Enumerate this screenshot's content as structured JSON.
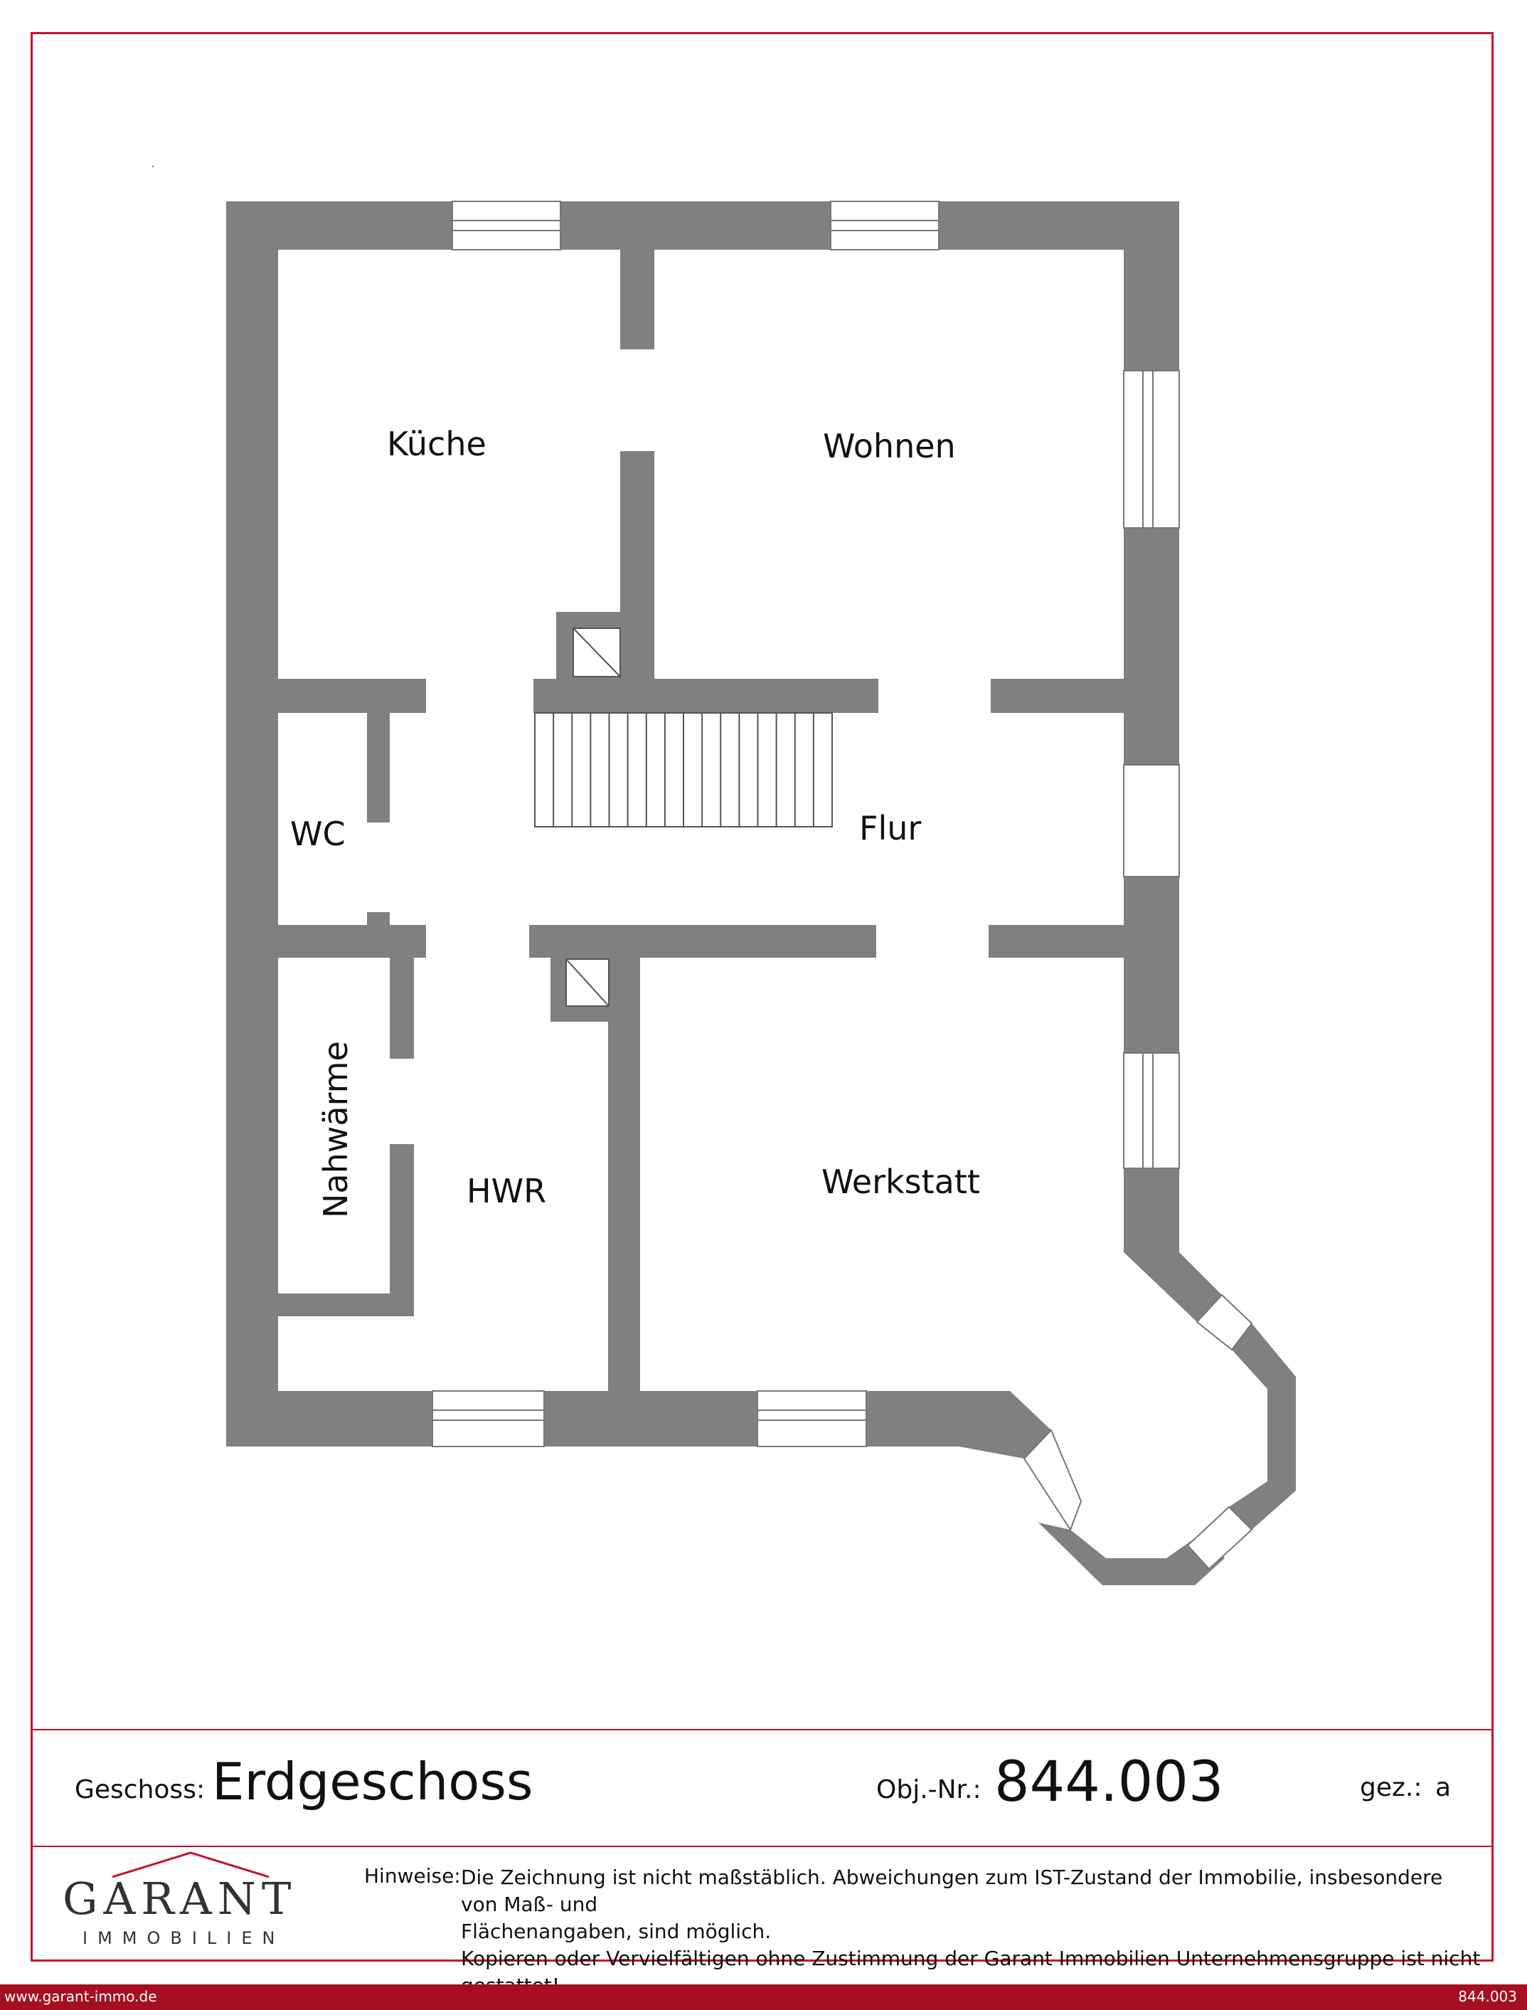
{
  "rooms": {
    "kueche": "Küche",
    "wohnen": "Wohnen",
    "wc": "WC",
    "flur": "Flur",
    "nahwaerme": "Nahwärme",
    "hwr": "HWR",
    "werkstatt": "Werkstatt"
  },
  "info": {
    "geschoss_label": "Geschoss:",
    "geschoss_value": "Erdgeschoss",
    "obj_label": "Obj.-Nr.:",
    "obj_value": "844.003",
    "gez_label": "gez.:",
    "gez_value": "a"
  },
  "logo": {
    "main": "GARANT",
    "sub": "IMMOBILIEN"
  },
  "hinweise": {
    "label": "Hinweise:",
    "line1": "Die Zeichnung ist nicht maßstäblich. Abweichungen zum IST-Zustand der Immobilie, insbesondere von Maß- und",
    "line2": "Flächenangaben, sind möglich.",
    "line3": "Kopieren oder Vervielfältigen ohne Zustimmung der Garant Immobilien Unternehmensgruppe ist nicht gestattet!"
  },
  "footer": {
    "website": "www.garant-immo.de",
    "code": "844.003"
  },
  "colors": {
    "wall": "#808080",
    "frame": "#c8102e",
    "footer": "#a50f1f"
  }
}
